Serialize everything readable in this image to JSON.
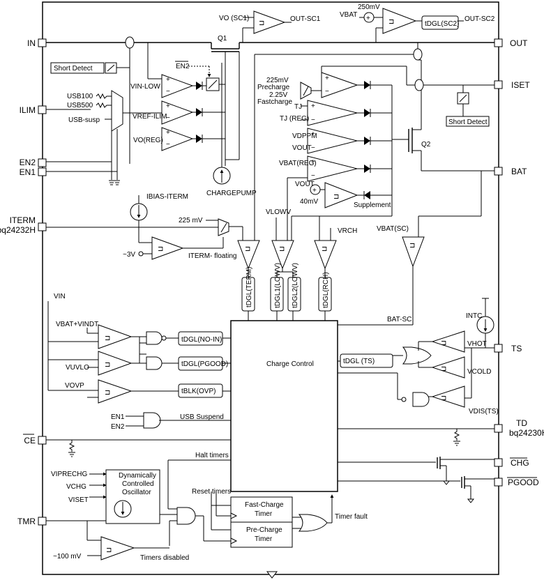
{
  "pins_left": {
    "in": "IN",
    "ilim": "ILIM",
    "en2": "EN2",
    "en1": "EN1",
    "iterm": "ITERM",
    "iterm_note": "bq24232H",
    "ce": "CE",
    "tmr": "TMR"
  },
  "pins_right": {
    "out": "OUT",
    "iset": "ISET",
    "bat": "BAT",
    "ts": "TS",
    "td": "TD",
    "td_note": "bq24230H",
    "chg": "CHG",
    "pgood": "PGOOD"
  },
  "labels": {
    "vo_sc1": "VO (SC1)",
    "out_sc1": "OUT-SC1",
    "mv250": "250mV",
    "vbat": "VBAT",
    "dgl_sc2": "tDGL(SC2)",
    "out_sc2": "OUT-SC2",
    "q1": "Q1",
    "q2": "Q2",
    "short_detect_1": "Short Detect",
    "short_detect_2": "Short Detect",
    "en2_bar": "EN2",
    "vin_low": "VIN-LOW",
    "usb100": "USB100",
    "usb500": "USB500",
    "usb_susp": "USB-susp",
    "vref_ilim": "VREF-ILIM",
    "vo_reg": "VO(REG)",
    "chargepump": "CHARGEPUMP",
    "precharge_mv": "225mV",
    "precharge": "Precharge",
    "fast_v": "2.25V",
    "fastcharge": "Fastcharge",
    "tj": "TJ",
    "tj_reg": "TJ (REG)",
    "vdppm": "VDPPM",
    "vout": "VOUT",
    "vbat_reg": "VBAT(REG)",
    "vout2": "VOUT",
    "mv40": "40mV",
    "supplement": "Supplement",
    "ibias_iterm": "IBIAS-ITERM",
    "mv225": "225 mV",
    "v3": "~3V",
    "iterm_floating": "ITERM- floating",
    "vlowv": "VLOWV",
    "vrch": "VRCH",
    "vbat_sc": "VBAT(SC)",
    "dgl_term": "tDGL(TERM)",
    "dgl1_lowv": "tDGL1(LOWV)",
    "dgl2_lowv": "tDGL2(LOWV)",
    "dgl_rch": "tDGL(RCH)",
    "bat_sc": "BAT-SC",
    "vin": "VIN",
    "vbat_vindt": "VBAT+VINDT",
    "vuvlo": "VUVLO",
    "vovp": "VOVP",
    "dgl_noin": "tDGL(NO-IN)",
    "dgl_pgood": "tDGL(PGOOD)",
    "blk_ovp": "tBLK(OVP)",
    "charge_control": "Charge Control",
    "dgl_ts": "tDGL (TS)",
    "intc": "INTC",
    "vhot": "VHOT",
    "vcold": "VCOLD",
    "vdis_ts": "VDIS(TS)",
    "en1": "EN1",
    "en2": "EN2",
    "usb_suspend": "USB Suspend",
    "halt_timers": "Halt timers",
    "reset_timers": "Reset timers",
    "vprechg": "VIPRECHG",
    "vchg": "VCHG",
    "viset": "VISET",
    "oscillator": [
      "Dynamically",
      "Controlled",
      "Oscillator"
    ],
    "fast_timer": [
      "Fast-Charge",
      "Timer"
    ],
    "pre_timer": [
      "Pre-Charge",
      "Timer"
    ],
    "timer_fault": "Timer fault",
    "mv100": "~100 mV",
    "timers_disabled": "Timers disabled"
  }
}
